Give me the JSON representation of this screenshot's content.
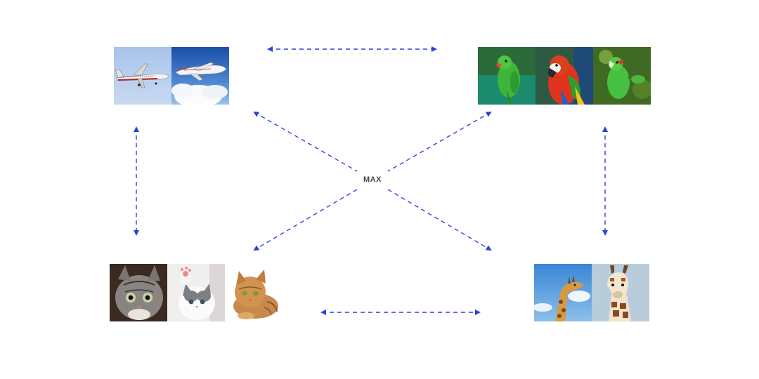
{
  "center": {
    "label": "MAX"
  },
  "colors": {
    "arrow": "#2f3fe0",
    "label": "#444444"
  },
  "groups": [
    {
      "name": "airplanes",
      "images": [
        "airplane-image",
        "airplane-image"
      ]
    },
    {
      "name": "parrots",
      "images": [
        "parrot-image",
        "parrot-image",
        "parrot-image"
      ]
    },
    {
      "name": "cats",
      "images": [
        "cat-image",
        "cat-image",
        "cat-image"
      ]
    },
    {
      "name": "giraffes",
      "images": [
        "giraffe-image",
        "giraffe-image"
      ]
    }
  ],
  "connections": [
    {
      "from": "airplanes",
      "to": "parrots",
      "style": "dashed",
      "heads": "both"
    },
    {
      "from": "airplanes",
      "to": "cats",
      "style": "dashed",
      "heads": "both"
    },
    {
      "from": "parrots",
      "to": "giraffes",
      "style": "dashed",
      "heads": "both"
    },
    {
      "from": "cats",
      "to": "giraffes",
      "style": "dashed",
      "heads": "both"
    },
    {
      "from": "airplanes",
      "to": "giraffes",
      "style": "dashed",
      "heads": "both"
    },
    {
      "from": "parrots",
      "to": "cats",
      "style": "dashed",
      "heads": "both"
    }
  ]
}
